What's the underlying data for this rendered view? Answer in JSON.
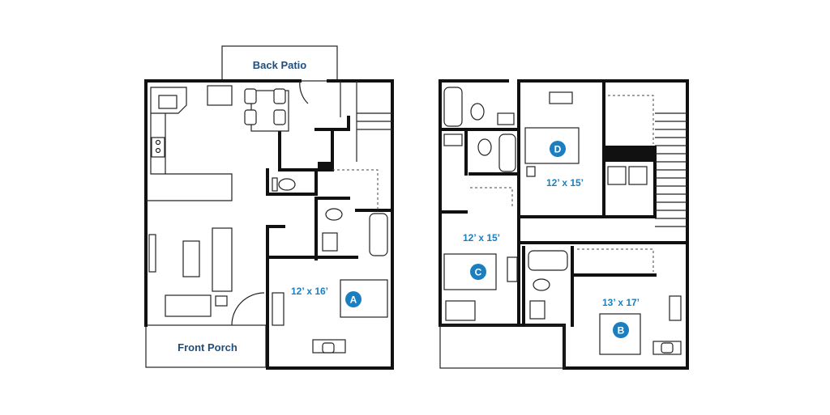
{
  "first_floor": {
    "back_patio_label": "Back Patio",
    "front_porch_label": "Front Porch",
    "bedroom_a": {
      "size": "12’ x 16’",
      "badge": "A"
    }
  },
  "second_floor": {
    "bedroom_d": {
      "size": "12’ x 15’",
      "badge": "D"
    },
    "bedroom_c": {
      "size": "12’ x 15’",
      "badge": "C"
    },
    "bedroom_b": {
      "size": "13’ x 17’",
      "badge": "B"
    }
  },
  "colors": {
    "label_dark": "#1f4e7a",
    "label_blue": "#1a7fc1",
    "badge_fill": "#1a7fc1",
    "wall": "#111111"
  }
}
